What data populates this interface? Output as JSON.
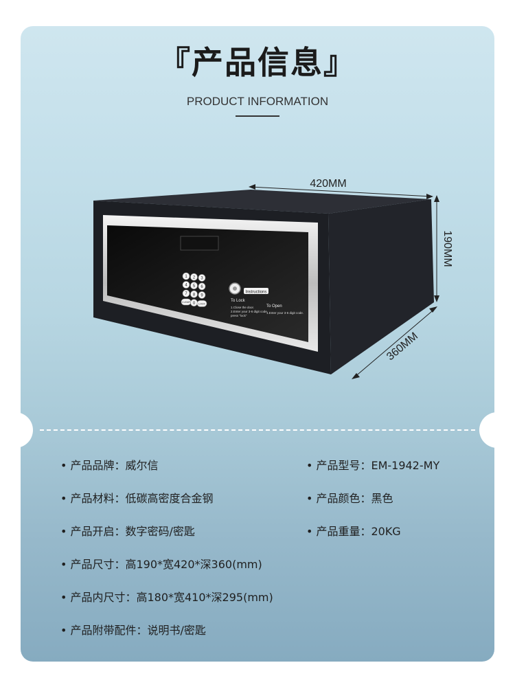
{
  "header": {
    "title": "『产品信息』",
    "subtitle": "PRODUCT INFORMATION"
  },
  "dimensions": {
    "width": "420MM",
    "height": "190MM",
    "depth": "360MM"
  },
  "safe_panel": {
    "keypad_keys": [
      "1",
      "2",
      "3",
      "4",
      "5",
      "6",
      "7",
      "8",
      "9",
      "CLEAR",
      "0",
      "LOCK"
    ],
    "instructions_label": "Instructions",
    "to_lock_title": "To Lock",
    "to_lock_text": [
      "1.Close the door.",
      "2.Enter your 3-6 digit code,",
      "press \"lock\""
    ],
    "to_open_title": "To Open",
    "to_open_text": [
      "1.Enter your 3-6 digit code."
    ]
  },
  "specs_left": [
    {
      "bullet": "•",
      "label": "产品品牌：",
      "value": "威尔信"
    },
    {
      "bullet": "•",
      "label": "产品材料：",
      "value": "低碳高密度合金钢"
    },
    {
      "bullet": "•",
      "label": "产品开启：",
      "value": "数字密码/密匙"
    },
    {
      "bullet": "•",
      "label": "产品尺寸：",
      "value": "高190*宽420*深360(mm)"
    },
    {
      "bullet": "•",
      "label": "产品内尺寸：",
      "value": "高180*宽410*深295(mm)"
    },
    {
      "bullet": "•",
      "label": "产品附带配件：",
      "value": "说明书/密匙"
    }
  ],
  "specs_right": [
    {
      "bullet": "•",
      "label": "产品型号：",
      "value": "EM-1942-MY"
    },
    {
      "bullet": "•",
      "label": "产品颜色：",
      "value": "黑色"
    },
    {
      "bullet": "•",
      "label": "产品重量：",
      "value": "20KG"
    }
  ]
}
